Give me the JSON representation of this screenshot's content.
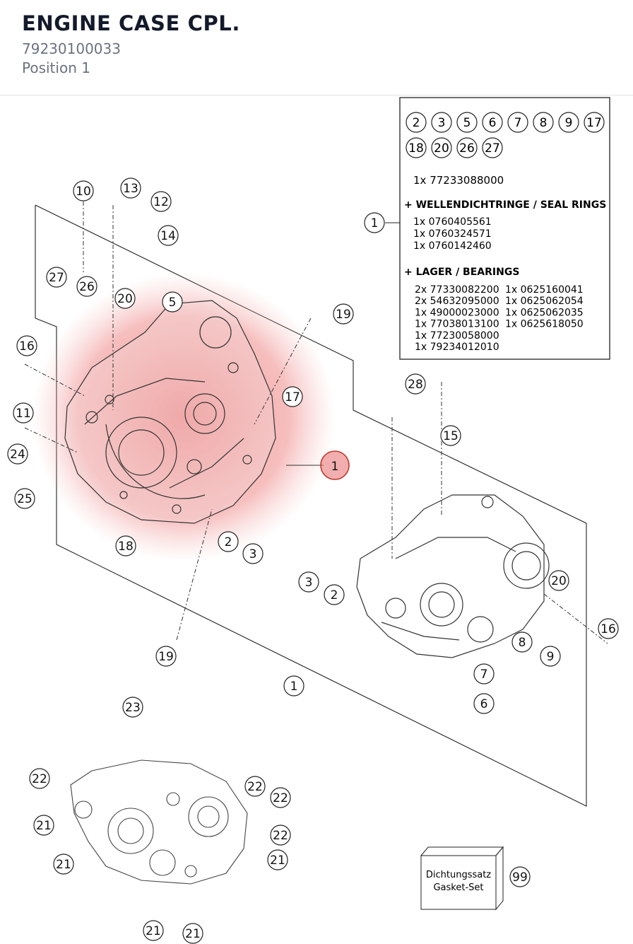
{
  "header": {
    "title": "ENGINE CASE CPL.",
    "part_number": "79230100033",
    "position": "Position 1"
  },
  "legend": {
    "refs": [
      "2",
      "3",
      "5",
      "6",
      "7",
      "8",
      "9",
      "17",
      "18",
      "20",
      "26",
      "27"
    ],
    "main_part": "1x 77233088000",
    "seal_title": "+ WELLENDICHTRINGE / SEAL RINGS",
    "seals": [
      "1x 0760405561",
      "1x 0760324571",
      "1x 0760142460"
    ],
    "bearing_title": "+ LAGER / BEARINGS",
    "bearings_left": [
      "2x 77330082200",
      "2x 54632095000",
      "1x 49000023000",
      "1x 77038013100",
      "1x 77230058000",
      "1x 79234012010"
    ],
    "bearings_right": [
      "1x 0625160041",
      "1x 0625062054",
      "1x 0625062035",
      "1x 0625618050"
    ],
    "ref": "1"
  },
  "gasket": {
    "label_de": "Dichtungssatz",
    "label_en": "Gasket-Set",
    "ref": "99"
  },
  "highlight": {
    "ref": "1",
    "color": "#e86b6b"
  },
  "callouts": {
    "c10": "10",
    "c13": "13",
    "c12": "12",
    "c14": "14",
    "c27": "27",
    "c26": "26",
    "c20a": "20",
    "c5": "5",
    "c16a": "16",
    "c11": "11",
    "c24": "24",
    "c25": "25",
    "c17": "17",
    "c19a": "19",
    "c18": "18",
    "c2a": "2",
    "c3a": "3",
    "c19b": "19",
    "c1a": "1",
    "c28": "28",
    "c15": "15",
    "c20b": "20",
    "c3b": "3",
    "c2b": "2",
    "c16b": "16",
    "c8": "8",
    "c9": "9",
    "c7": "7",
    "c6": "6",
    "c23": "23",
    "c22a": "22",
    "c22b": "22",
    "c22c": "22",
    "c22d": "22",
    "c21a": "21",
    "c21b": "21",
    "c21c": "21",
    "c21d": "21",
    "c21e": "21"
  }
}
